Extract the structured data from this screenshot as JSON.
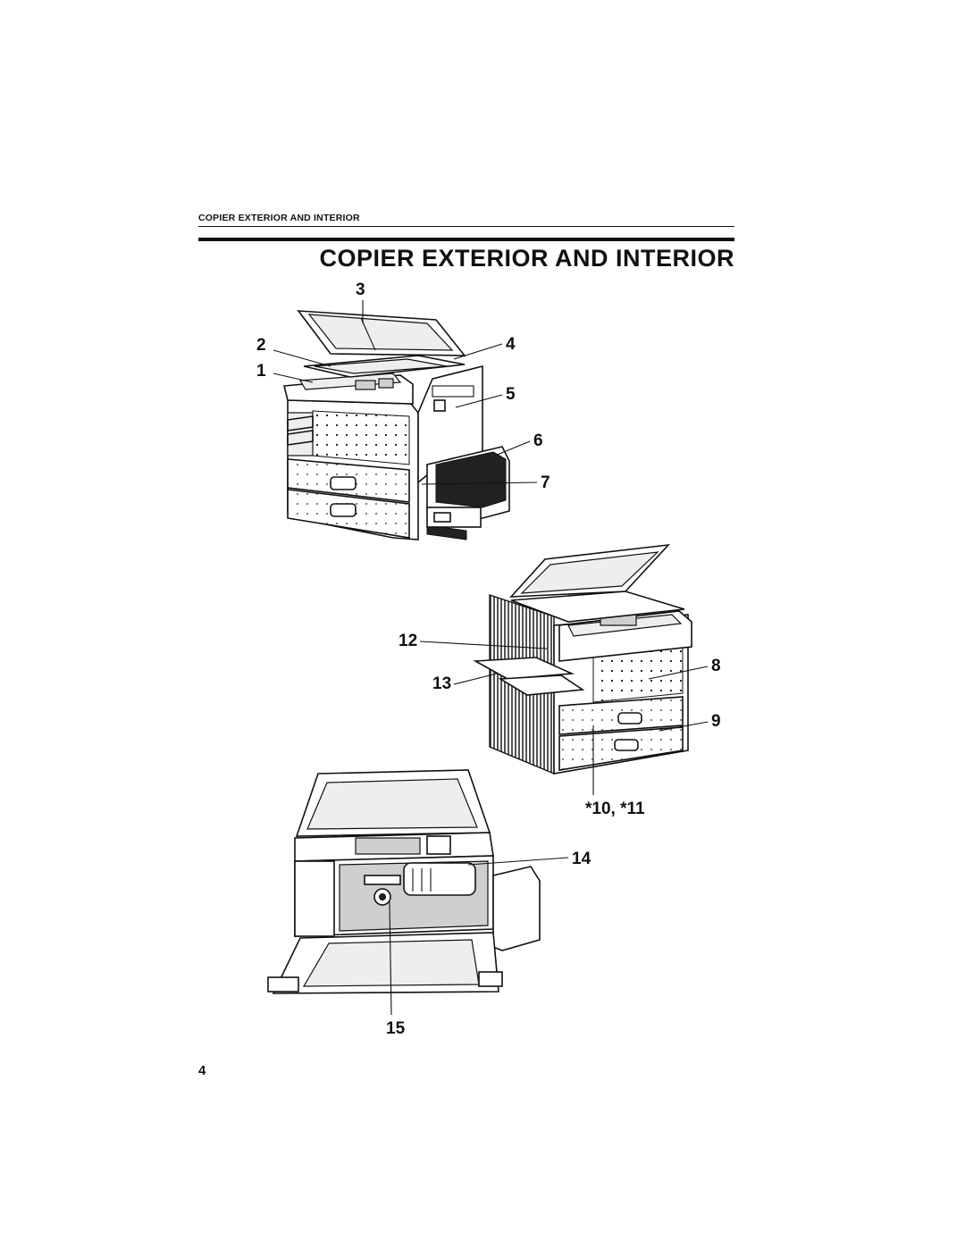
{
  "header": {
    "running_head": "COPIER EXTERIOR AND INTERIOR",
    "title": "COPIER EXTERIOR AND INTERIOR"
  },
  "callouts": {
    "c1": "1",
    "c2": "2",
    "c3": "3",
    "c4": "4",
    "c5": "5",
    "c6": "6",
    "c7": "7",
    "c8": "8",
    "c9": "9",
    "c10_11": "*10, *11",
    "c12": "12",
    "c13": "13",
    "c14": "14",
    "c15": "15"
  },
  "footer": {
    "page_number": "4"
  }
}
